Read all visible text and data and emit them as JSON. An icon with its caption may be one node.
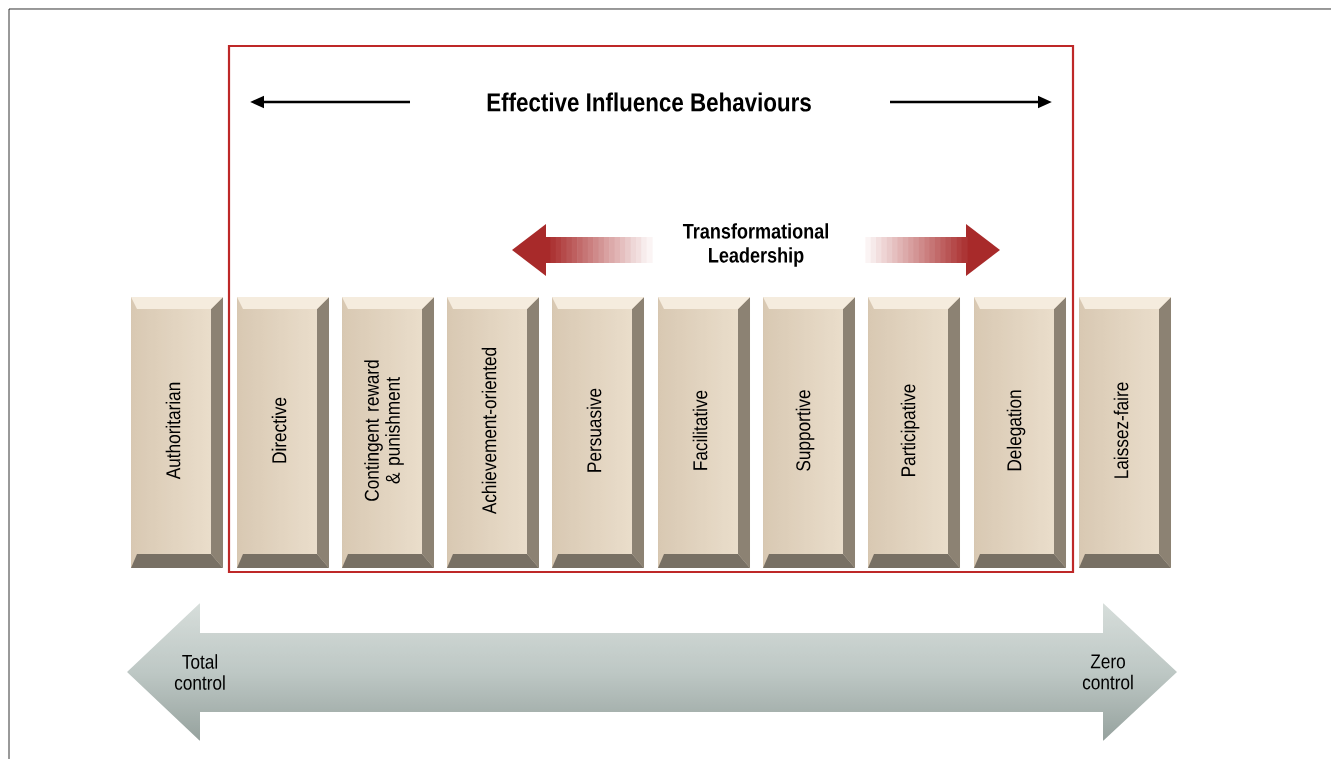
{
  "diagram": {
    "nodes": [
      {
        "text": [
          "Effective Influence Behaviours"
        ]
      },
      {
        "text": [
          "Authoritarian"
        ]
      },
      {
        "text": [
          "Directive"
        ],
        "in": 0
      },
      {
        "text": [
          "Contingent reward & punishment"
        ],
        "in": 0
      },
      {
        "text": [
          "Achievement-oriented"
        ],
        "in": 0
      },
      {
        "text": [
          "Persuasive"
        ],
        "in": 0
      },
      {
        "text": [
          "Facilitative"
        ],
        "in": 0
      },
      {
        "text": [
          "Supportive"
        ],
        "in": 0
      },
      {
        "text": [
          "Participative"
        ],
        "in": 0
      },
      {
        "text": [
          "Delegation"
        ],
        "in": 0
      },
      {
        "text": [
          "Laissez-faire"
        ]
      }
    ],
    "labels": [
      "Transformational Leadership",
      "Total control",
      "Zero control"
    ]
  }
}
